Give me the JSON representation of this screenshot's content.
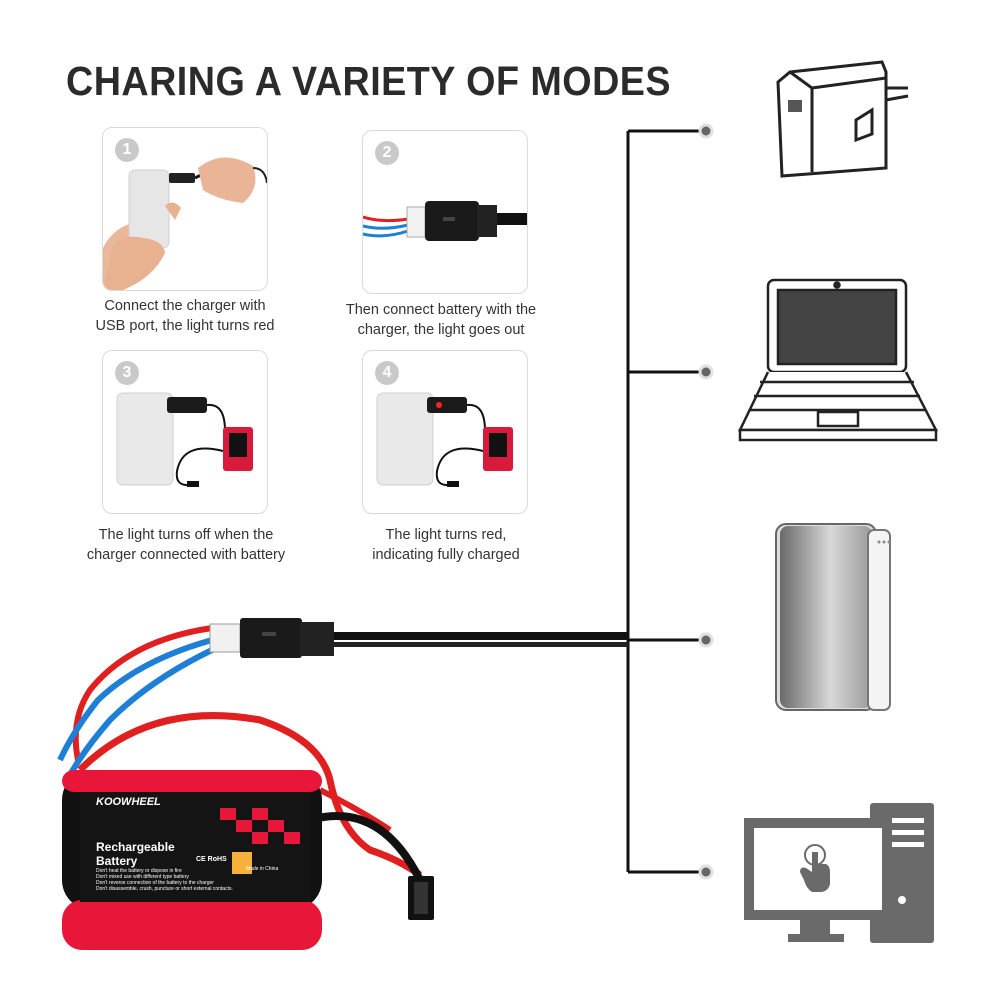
{
  "title": "CHARING A VARIETY OF MODES",
  "steps": [
    {
      "number": "1",
      "caption_line1": "Connect the charger with",
      "caption_line2": "USB port, the light turns red"
    },
    {
      "number": "2",
      "caption_line1": "Then connect battery with the",
      "caption_line2": "charger, the light goes out"
    },
    {
      "number": "3",
      "caption_line1": "The light turns off when the",
      "caption_line2": "charger connected with battery"
    },
    {
      "number": "4",
      "caption_line1": "The light turns red,",
      "caption_line2": "indicating fully charged"
    }
  ],
  "battery": {
    "brand": "KOOWHEEL",
    "label_line1": "Rechargeable",
    "label_line2": "Battery",
    "certifications": "CE RoHS",
    "origin": "Made in China",
    "warnings": [
      "Don't heat the battery or dispose in fire",
      "Don't mixed use with different type battery",
      "Don't reverse connection of the battery to the charger",
      "Don't disassemble, crush, puncture or short external contacts."
    ]
  },
  "devices": [
    {
      "icon": "wall-adapter-icon"
    },
    {
      "icon": "laptop-icon"
    },
    {
      "icon": "power-bank-icon"
    },
    {
      "icon": "desktop-computer-icon"
    }
  ],
  "colors": {
    "battery_red": "#e8173a",
    "wire_red": "#e02020",
    "wire_blue": "#1e7fd6",
    "cable": "#111111"
  }
}
